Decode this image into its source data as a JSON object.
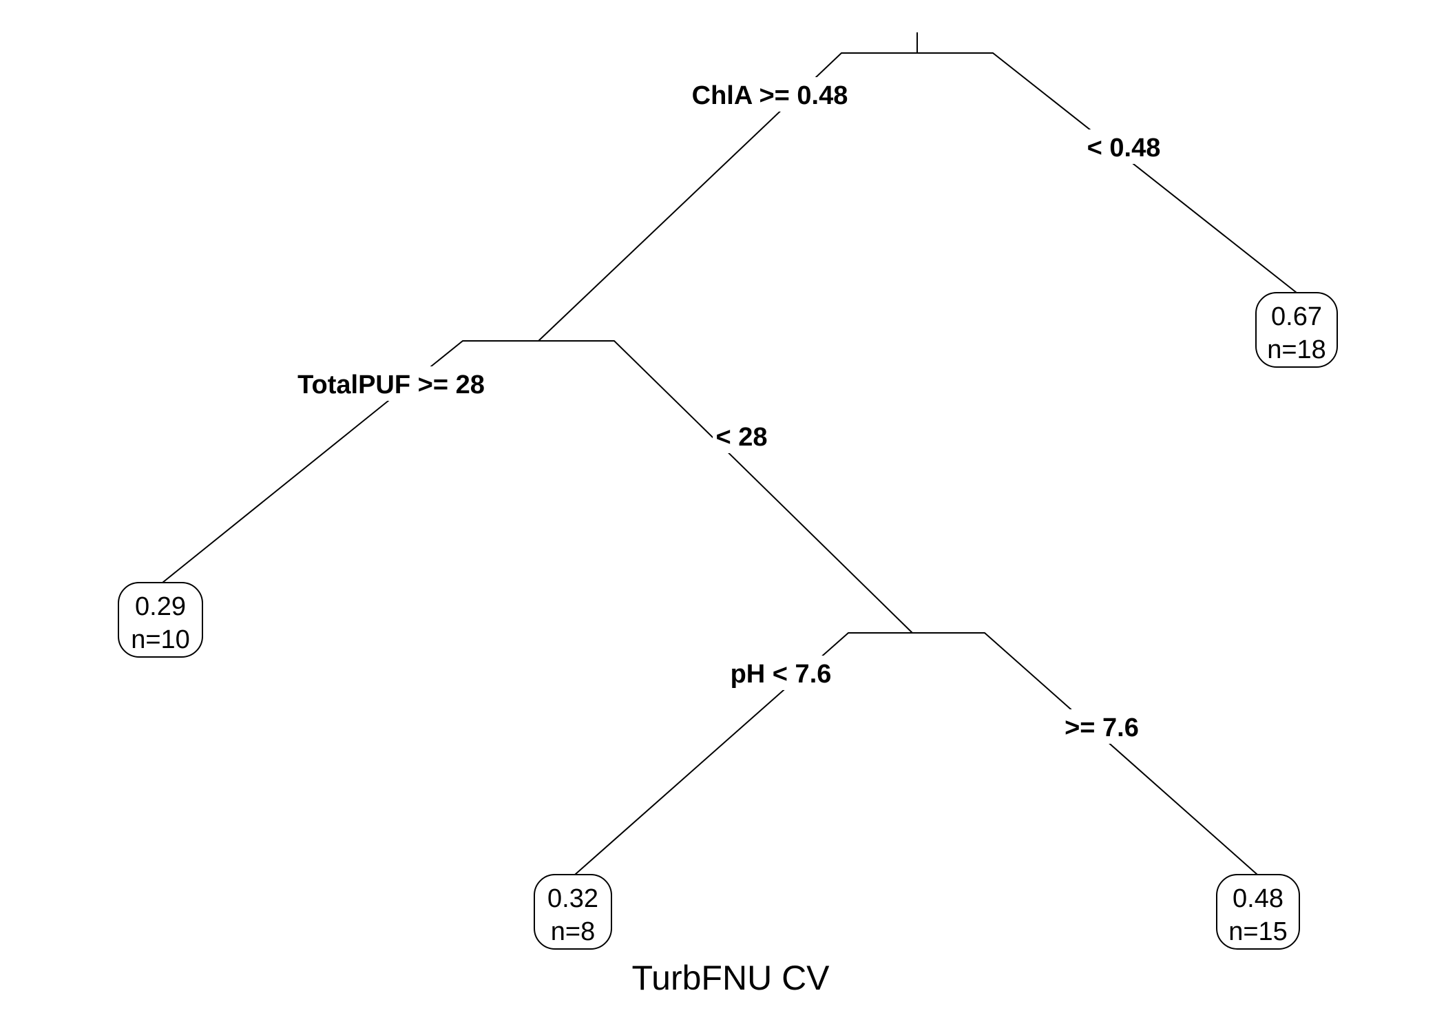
{
  "diagram": {
    "type": "regression-tree",
    "caption": "TurbFNU CV",
    "splits": [
      {
        "id": "root",
        "left_label": "ChlA >= 0.48",
        "right_label": "< 0.48"
      },
      {
        "id": "n2",
        "left_label": "TotalPUF >= 28",
        "right_label": "< 28"
      },
      {
        "id": "n5",
        "left_label": "pH < 7.6",
        "right_label": ">= 7.6"
      }
    ],
    "leaves": [
      {
        "id": "l-right-top",
        "value": "0.67",
        "n": "n=18"
      },
      {
        "id": "l-left",
        "value": "0.29",
        "n": "n=10"
      },
      {
        "id": "l-bottom-left",
        "value": "0.32",
        "n": "n=8"
      },
      {
        "id": "l-bottom-right",
        "value": "0.48",
        "n": "n=15"
      }
    ]
  }
}
